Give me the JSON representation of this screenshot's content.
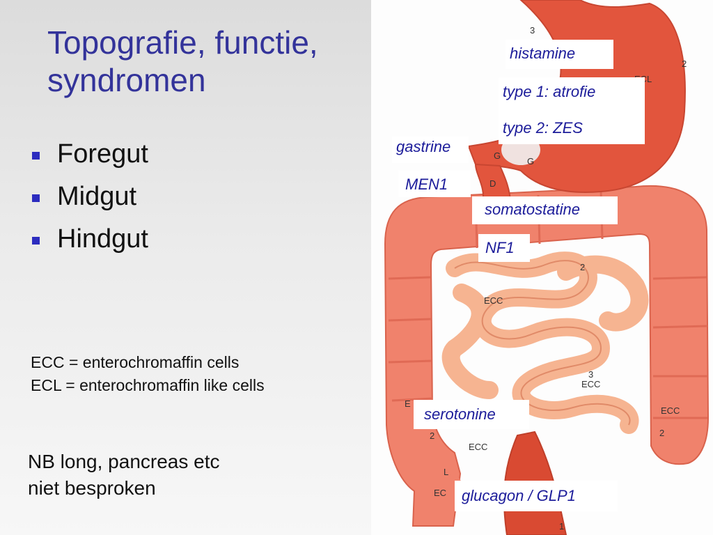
{
  "slide": {
    "title_line1": "Topografie, functie,",
    "title_line2": "syndromen",
    "bullets": [
      "Foregut",
      "Midgut",
      "Hindgut"
    ],
    "definitions": [
      "ECC = enterochromaffin cells",
      "ECL = enterochromaffin like cells"
    ],
    "nb_lines": [
      "NB long, pancreas etc",
      "niet besproken"
    ]
  },
  "diagram": {
    "gut_labels": {
      "stomach_3": "3",
      "stomach_2": "2",
      "ecl": "ECL",
      "g1": "G",
      "g2": "G",
      "d": "D",
      "jejunum_2": "2",
      "ecc_upper": "ECC",
      "ileum_3": "3",
      "ecc_ileum": "ECC",
      "ecc_right": "ECC",
      "right_2": "2",
      "e_left": "E",
      "left_2": "2",
      "ecc_lower": "ECC",
      "l_label": "L",
      "ec_label": "EC",
      "rectum_1": "1"
    },
    "tags": {
      "histamine": "histamine",
      "type1": "type 1: atrofie",
      "type2": "type 2: ZES",
      "gastrine": "gastrine",
      "men1": "MEN1",
      "somatostatine": "somatostatine",
      "nf1": "NF1",
      "serotonine": "serotonine",
      "glucagon": "glucagon / GLP1"
    },
    "colors": {
      "stomach": "#e2553d",
      "intestine": "#f0826c",
      "intestine_dark": "#d9624c",
      "small_bowel": "#f6b491",
      "tag_text": "#1c1c9a"
    }
  }
}
